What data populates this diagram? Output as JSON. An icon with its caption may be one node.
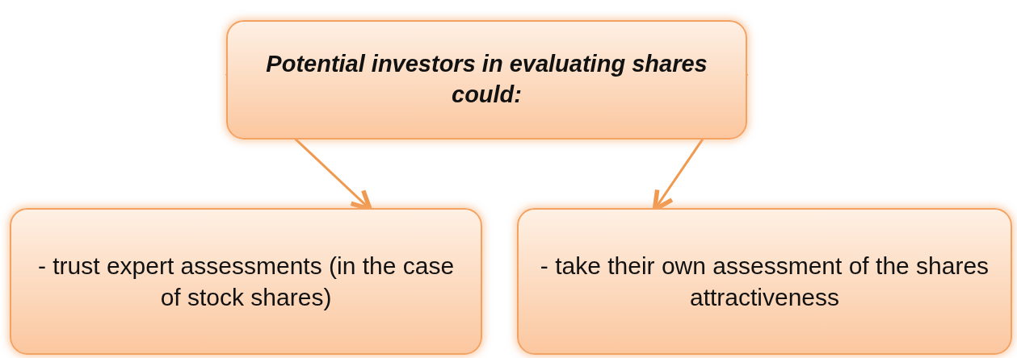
{
  "diagram": {
    "nodes": [
      {
        "text": [
          "Potential investors in evaluating shares could:"
        ]
      },
      {
        "text": [
          "- trust expert assessments (in the case of stock shares)"
        ]
      },
      {
        "text": [
          "- take their own assessment of the shares attractiveness"
        ]
      }
    ],
    "edges": [
      {
        "from": 0,
        "to": 1,
        "arrow": "to"
      },
      {
        "from": 0,
        "to": 2,
        "arrow": "to"
      }
    ]
  }
}
